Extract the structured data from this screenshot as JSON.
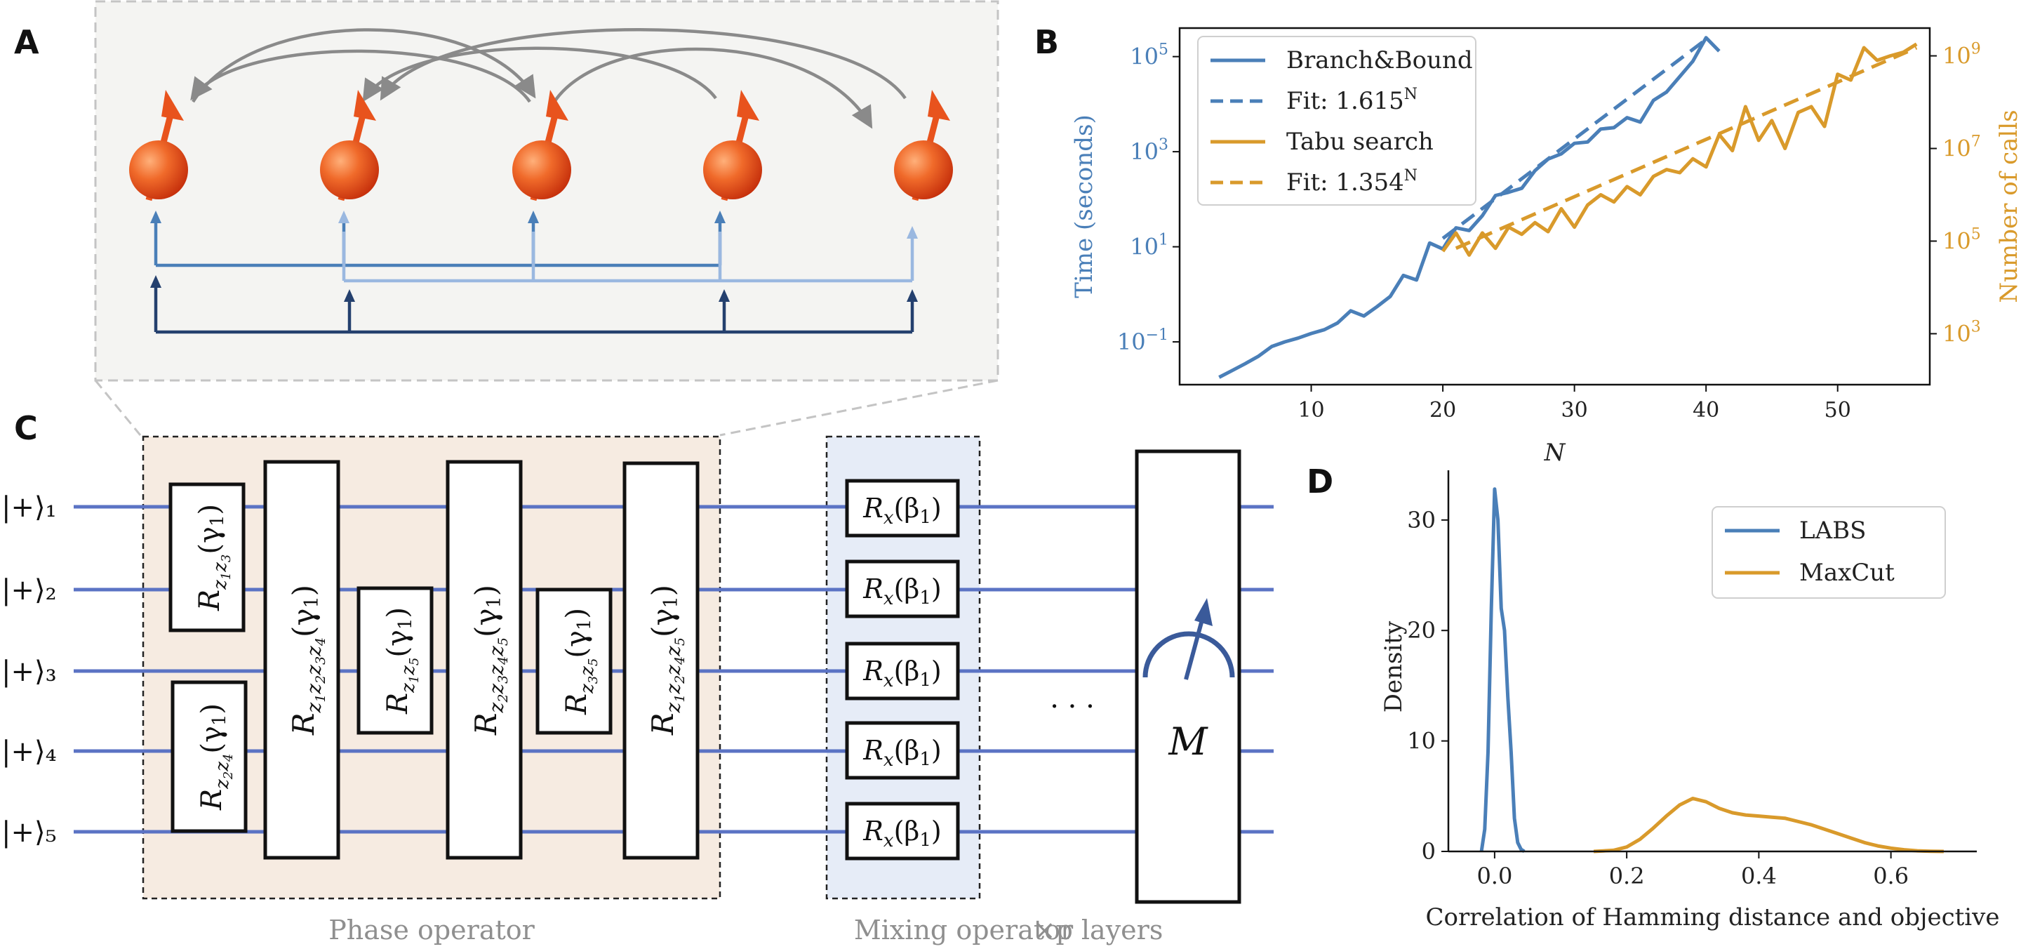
{
  "panel_labels": {
    "a": "A",
    "b": "B",
    "c": "C",
    "d": "D"
  },
  "colors": {
    "blue": "#4a7fb8",
    "orange": "#d99a2b",
    "spin": "#e8531d",
    "wire": "#5b73c4",
    "phase_bg": "#f6ebe1",
    "mix_bg": "#e6ecf7",
    "panel_a_bg": "#f4f4f2"
  },
  "panel_c": {
    "qubits": [
      "|+⟩₁",
      "|+⟩₂",
      "|+⟩₃",
      "|+⟩₄",
      "|+⟩₅"
    ],
    "phase_gates": [
      {
        "label": "R_{z1z3}(γ1)"
      },
      {
        "label": "R_{z2z4}(γ1)"
      },
      {
        "label": "R_{z1z2z3z4}(γ1)"
      },
      {
        "label": "R_{z1z5}(γ1)"
      },
      {
        "label": "R_{z2z3z4z5}(γ1)"
      },
      {
        "label": "R_{z3z5}(γ1)"
      },
      {
        "label": "R_{z1z2z4z5}(γ1)"
      }
    ],
    "mix_gates": [
      "Rx(β1)",
      "Rx(β1)",
      "Rx(β1)",
      "Rx(β1)",
      "Rx(β1)"
    ],
    "ellipsis": "· · ·",
    "measure_label": "M",
    "phase_caption": "Phase operator",
    "mixing_caption": "Mixing operator",
    "layers_caption": "×p layers"
  },
  "chart_data": [
    {
      "id": "B",
      "type": "line",
      "xlabel": "N",
      "ylabel": "Time (seconds)",
      "y2label": "Number of calls",
      "xlim": [
        0,
        57
      ],
      "ylim_log10": [
        -1.9,
        5.6
      ],
      "y2lim_log10": [
        1.9,
        9.6
      ],
      "yscale": "log",
      "y2scale": "log",
      "xticks": [
        "10",
        "20",
        "30",
        "40",
        "50"
      ],
      "yticks": [
        "10^-1",
        "10^1",
        "10^3",
        "10^5"
      ],
      "y2ticks": [
        "10^3",
        "10^5",
        "10^7",
        "10^9"
      ],
      "legend": [
        "Branch&Bound",
        "Fit: 1.615^N",
        "Tabu search",
        "Fit: 1.354^N"
      ],
      "legend_placement": "upper-left",
      "series": [
        {
          "name": "Branch&Bound",
          "axis": "left",
          "style": "solid",
          "color": "#4a7fb8",
          "x": [
            3,
            4,
            5,
            6,
            7,
            8,
            9,
            10,
            11,
            12,
            13,
            14,
            15,
            16,
            17,
            18,
            19,
            20,
            21,
            22,
            23,
            24,
            25,
            26,
            27,
            28,
            29,
            30,
            31,
            32,
            33,
            34,
            35,
            36,
            37,
            38,
            39,
            40,
            41
          ],
          "y": [
            0.018,
            0.025,
            0.035,
            0.05,
            0.08,
            0.1,
            0.12,
            0.15,
            0.18,
            0.25,
            0.45,
            0.35,
            0.55,
            0.9,
            2.5,
            2.0,
            12,
            9,
            25,
            22,
            45,
            120,
            140,
            170,
            400,
            700,
            900,
            1500,
            1600,
            3000,
            3200,
            5200,
            4200,
            12000,
            18000,
            38000,
            80000,
            250000,
            130000
          ]
        },
        {
          "name": "Fit: 1.615^N",
          "axis": "left",
          "style": "dashed",
          "color": "#4a7fb8",
          "x": [
            20,
            40
          ],
          "y": [
            15,
            230000
          ]
        },
        {
          "name": "Tabu search",
          "axis": "right",
          "style": "solid",
          "color": "#d99a2b",
          "x": [
            20,
            21,
            22,
            23,
            24,
            25,
            26,
            27,
            28,
            29,
            30,
            31,
            32,
            33,
            34,
            35,
            36,
            37,
            38,
            39,
            40,
            41,
            42,
            43,
            44,
            45,
            46,
            47,
            48,
            49,
            50,
            51,
            52,
            53,
            54,
            55,
            56
          ],
          "y": [
            60000,
            150000,
            50000,
            150000,
            70000,
            200000,
            140000,
            250000,
            160000,
            500000,
            200000,
            600000,
            1000000,
            700000,
            1500000,
            1000000,
            2500000,
            3500000,
            3000000,
            6000000,
            4000000,
            20000000,
            9000000,
            80000000,
            15000000,
            40000000,
            10000000,
            60000000,
            80000000,
            30000000,
            400000000,
            300000000,
            1500000000,
            800000000,
            1000000000,
            1200000000,
            1800000000
          ]
        },
        {
          "name": "Fit: 1.354^N",
          "axis": "right",
          "style": "dashed",
          "color": "#d99a2b",
          "x": [
            21,
            56
          ],
          "y": [
            70000,
            1500000000
          ]
        }
      ]
    },
    {
      "id": "D",
      "type": "line",
      "xlabel": "Correlation of Hamming distance and objective",
      "ylabel": "Density",
      "xlim": [
        -0.07,
        0.73
      ],
      "ylim": [
        0,
        34.5
      ],
      "xticks": [
        "0.0",
        "0.2",
        "0.4",
        "0.6"
      ],
      "yticks": [
        "0",
        "10",
        "20",
        "30"
      ],
      "legend": [
        "LABS",
        "MaxCut"
      ],
      "legend_placement": "upper-right",
      "series": [
        {
          "name": "LABS",
          "color": "#4a7fb8",
          "x": [
            -0.02,
            -0.015,
            -0.01,
            -0.005,
            0.0,
            0.005,
            0.01,
            0.015,
            0.02,
            0.025,
            0.03,
            0.035,
            0.04,
            0.045
          ],
          "y": [
            0,
            2,
            9,
            22,
            32.8,
            30,
            22,
            20,
            14,
            9,
            3,
            0.8,
            0.2,
            0
          ]
        },
        {
          "name": "MaxCut",
          "color": "#d99a2b",
          "x": [
            0.15,
            0.18,
            0.2,
            0.22,
            0.24,
            0.26,
            0.28,
            0.3,
            0.32,
            0.34,
            0.36,
            0.38,
            0.4,
            0.42,
            0.44,
            0.46,
            0.48,
            0.5,
            0.52,
            0.54,
            0.56,
            0.58,
            0.6,
            0.62,
            0.64,
            0.66,
            0.68
          ],
          "y": [
            0,
            0.1,
            0.4,
            1.1,
            2.1,
            3.2,
            4.2,
            4.8,
            4.5,
            3.9,
            3.5,
            3.3,
            3.2,
            3.1,
            3.0,
            2.7,
            2.4,
            2.0,
            1.6,
            1.2,
            0.8,
            0.5,
            0.3,
            0.15,
            0.06,
            0.02,
            0
          ]
        }
      ]
    }
  ]
}
